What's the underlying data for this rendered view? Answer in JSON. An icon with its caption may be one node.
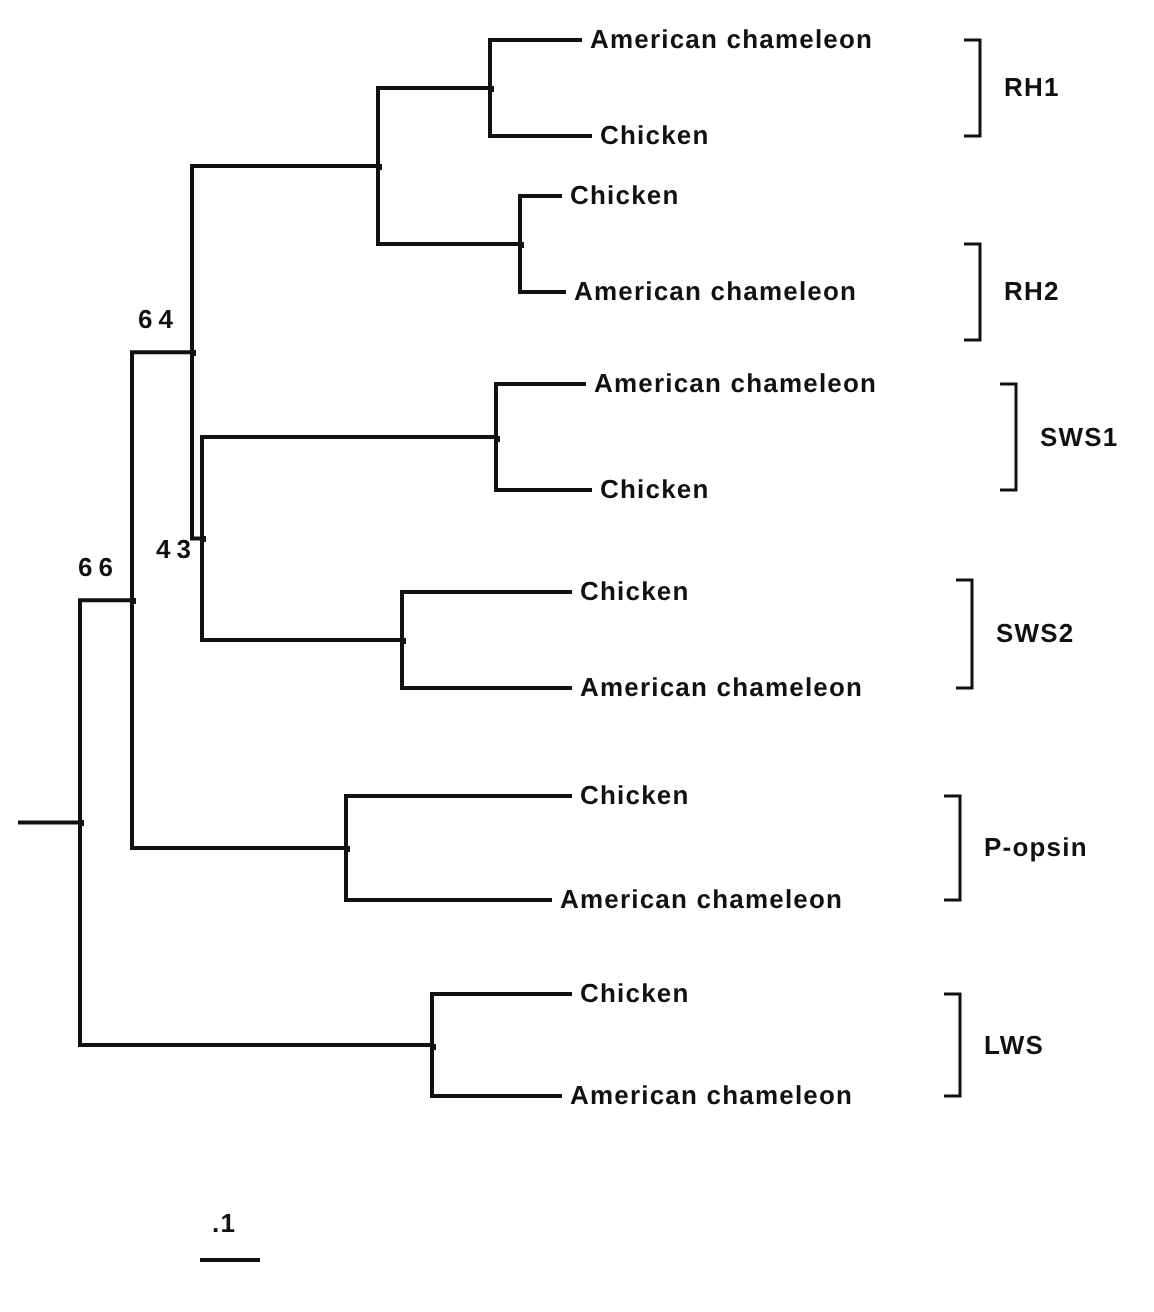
{
  "diagram": {
    "nodes": [
      {
        "text": [],
        "shape": "junction"
      },
      {
        "text": [],
        "shape": "junction",
        "beside": [
          "66"
        ]
      },
      {
        "text": [],
        "shape": "junction",
        "beside": [
          "64"
        ]
      },
      {
        "text": [],
        "shape": "junction"
      },
      {
        "text": [],
        "shape": "junction"
      },
      {
        "text": [
          "American chameleon"
        ]
      },
      {
        "text": [
          "Chicken"
        ]
      },
      {
        "text": [],
        "shape": "junction"
      },
      {
        "text": [
          "Chicken"
        ]
      },
      {
        "text": [
          "American chameleon"
        ]
      },
      {
        "text": [],
        "shape": "junction",
        "beside": [
          "43"
        ]
      },
      {
        "text": [],
        "shape": "junction"
      },
      {
        "text": [
          "American chameleon"
        ]
      },
      {
        "text": [
          "Chicken"
        ]
      },
      {
        "text": [],
        "shape": "junction"
      },
      {
        "text": [
          "Chicken"
        ]
      },
      {
        "text": [
          "American chameleon"
        ]
      },
      {
        "text": [],
        "shape": "junction"
      },
      {
        "text": [
          "Chicken"
        ]
      },
      {
        "text": [
          "American chameleon"
        ]
      },
      {
        "text": [],
        "shape": "junction"
      },
      {
        "text": [
          "Chicken"
        ]
      },
      {
        "text": [
          "American chameleon"
        ]
      }
    ],
    "edges": [
      {
        "from": null,
        "to": 0,
        "arrow": "none"
      },
      {
        "from": 0,
        "to": 1,
        "arrow": "none"
      },
      {
        "from": 0,
        "to": 20,
        "arrow": "none"
      },
      {
        "from": 1,
        "to": 2,
        "arrow": "none"
      },
      {
        "from": 1,
        "to": 17,
        "arrow": "none"
      },
      {
        "from": 2,
        "to": 3,
        "arrow": "none"
      },
      {
        "from": 2,
        "to": 10,
        "arrow": "none"
      },
      {
        "from": 3,
        "to": 4,
        "arrow": "none"
      },
      {
        "from": 3,
        "to": 7,
        "arrow": "none"
      },
      {
        "from": 4,
        "to": 5,
        "arrow": "none"
      },
      {
        "from": 4,
        "to": 6,
        "arrow": "none"
      },
      {
        "from": 7,
        "to": 8,
        "arrow": "none"
      },
      {
        "from": 7,
        "to": 9,
        "arrow": "none"
      },
      {
        "from": 10,
        "to": 11,
        "arrow": "none"
      },
      {
        "from": 10,
        "to": 14,
        "arrow": "none"
      },
      {
        "from": 11,
        "to": 12,
        "arrow": "none"
      },
      {
        "from": 11,
        "to": 13,
        "arrow": "none"
      },
      {
        "from": 14,
        "to": 15,
        "arrow": "none"
      },
      {
        "from": 14,
        "to": 16,
        "arrow": "none"
      },
      {
        "from": 17,
        "to": 18,
        "arrow": "none"
      },
      {
        "from": 17,
        "to": 19,
        "arrow": "none"
      },
      {
        "from": 20,
        "to": 21,
        "arrow": "none"
      },
      {
        "from": 20,
        "to": 22,
        "arrow": "none"
      }
    ],
    "labels": [
      "RH1",
      "RH2",
      "SWS1",
      "SWS2",
      "P-opsin",
      "LWS",
      ".1"
    ]
  }
}
